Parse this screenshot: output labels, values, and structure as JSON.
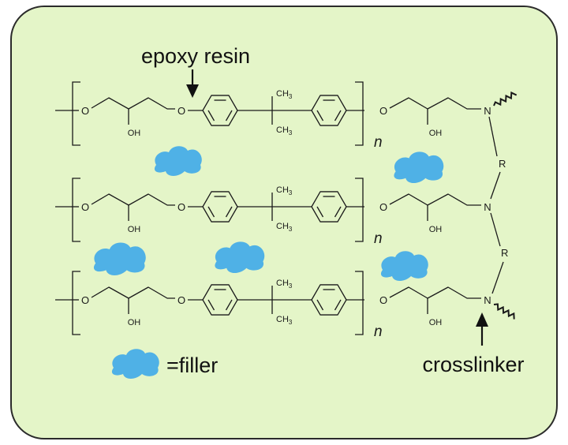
{
  "colors": {
    "background": "#e4f5c8",
    "frame": "#2b2b2b",
    "filler": "#4fb1e6",
    "ink": "#1a1a1a"
  },
  "labels": {
    "epoxy_resin": "epoxy resin",
    "filler_legend": "=filler",
    "crosslinker": "crosslinker",
    "repeat_subscript": "n"
  },
  "atoms": {
    "oxygen": "O",
    "hydroxyl": "OH",
    "methyl": "CH",
    "methyl_sub": "3",
    "nitrogen": "N",
    "r_group": "R"
  },
  "icons": {
    "filler": "cloud-blob",
    "pointer": "arrow"
  }
}
